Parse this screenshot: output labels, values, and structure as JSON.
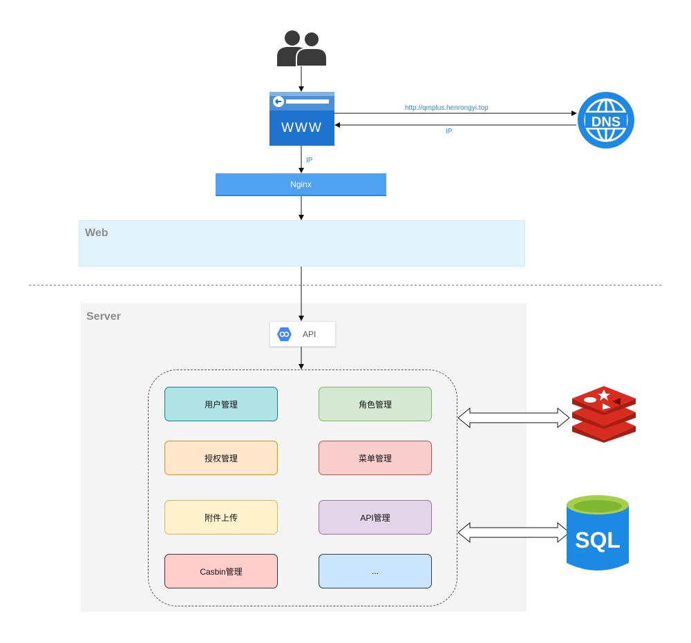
{
  "edges": {
    "url_label": "http://qmplus.henrongyi.top",
    "ip_from_dns": "IP",
    "ip_to_nginx": "IP"
  },
  "browser": {
    "text": "WWW"
  },
  "dns": {
    "text": "DNS"
  },
  "nginx": {
    "label": "Nginx"
  },
  "web": {
    "label": "Web"
  },
  "server": {
    "label": "Server"
  },
  "api": {
    "label": "API"
  },
  "modules": [
    {
      "label": "用户管理",
      "fill": "#b0e3e6",
      "stroke": "#0e8088"
    },
    {
      "label": "角色管理",
      "fill": "#d5e8d4",
      "stroke": "#82b366"
    },
    {
      "label": "授权管理",
      "fill": "#ffe6cc",
      "stroke": "#d79b00"
    },
    {
      "label": "菜单管理",
      "fill": "#f8cecc",
      "stroke": "#b85450"
    },
    {
      "label": "附件上传",
      "fill": "#fff2cc",
      "stroke": "#d6b656"
    },
    {
      "label": "API管理",
      "fill": "#e1d5e7",
      "stroke": "#9673a6"
    },
    {
      "label": "Casbin管理",
      "fill": "#ffcccc",
      "stroke": "#36393d"
    },
    {
      "label": "...",
      "fill": "#cce5ff",
      "stroke": "#36393d"
    }
  ],
  "sql": {
    "text": "SQL"
  },
  "icons": {
    "users": "users-icon",
    "browser": "browser-www-icon",
    "dns": "dns-globe-icon",
    "api": "google-cloud-endpoints-icon",
    "redis": "redis-icon",
    "sql": "sql-database-icon"
  },
  "colors": {
    "accent": "#2f86df",
    "nginx": "#4fa1f2",
    "web_bg": "#e1f3fd",
    "server_bg": "#f4f4f4",
    "redis": "#d82c20",
    "sql": "#1e88e5"
  }
}
